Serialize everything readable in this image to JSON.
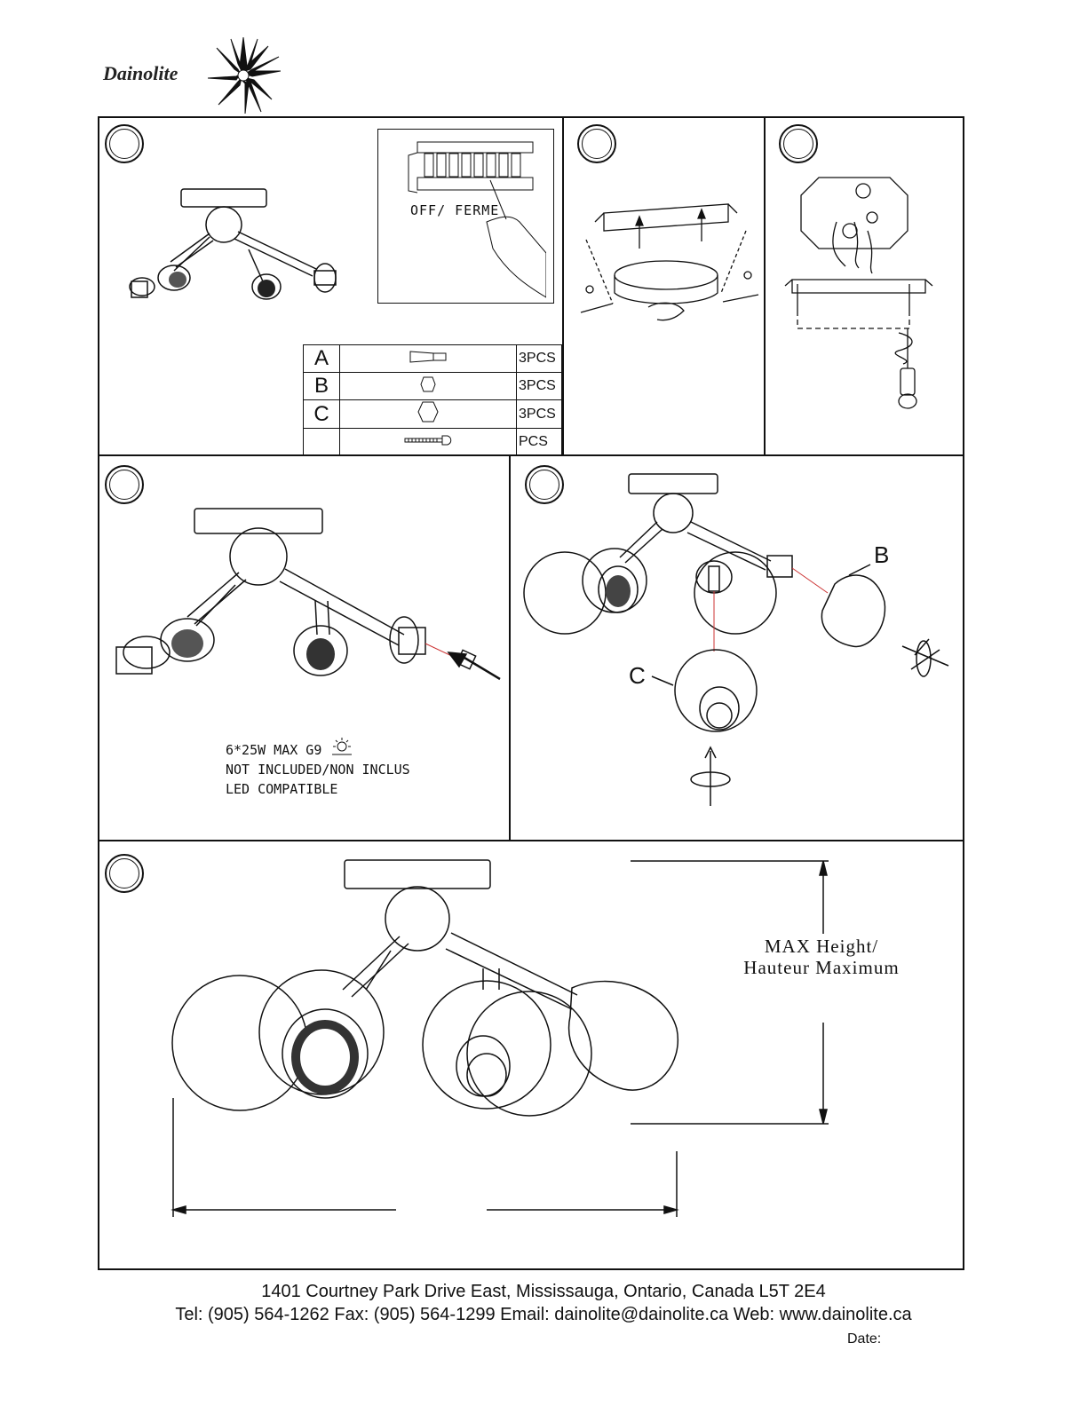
{
  "brand": {
    "name": "Dainolite"
  },
  "step1": {
    "switch_label": "OFF/ FERME"
  },
  "parts": [
    {
      "letter": "A",
      "qty": "3PCS",
      "icon": "wire-connector-icon"
    },
    {
      "letter": "B",
      "qty": "3PCS",
      "icon": "small-nut-icon"
    },
    {
      "letter": "C",
      "qty": "3PCS",
      "icon": "large-nut-icon"
    },
    {
      "letter": "",
      "qty": "PCS",
      "icon": "screw-icon"
    }
  ],
  "step4": {
    "bulb_spec": "6*25W MAX G9",
    "not_included": "NOT INCLUDED/NON INCLUS",
    "led": "LED COMPATIBLE"
  },
  "step5": {
    "label_b": "B",
    "label_c": "C"
  },
  "step6": {
    "max_height_line1": "MAX Height/",
    "max_height_line2": "Hauteur Maximum"
  },
  "footer": {
    "address": "1401 Courtney Park Drive East, Mississauga, Ontario, Canada L5T 2E4",
    "contact": "Tel: (905) 564-1262 Fax: (905) 564-1299 Email: dainolite@dainolite.ca Web: www.dainolite.ca",
    "date_label": "Date:"
  }
}
